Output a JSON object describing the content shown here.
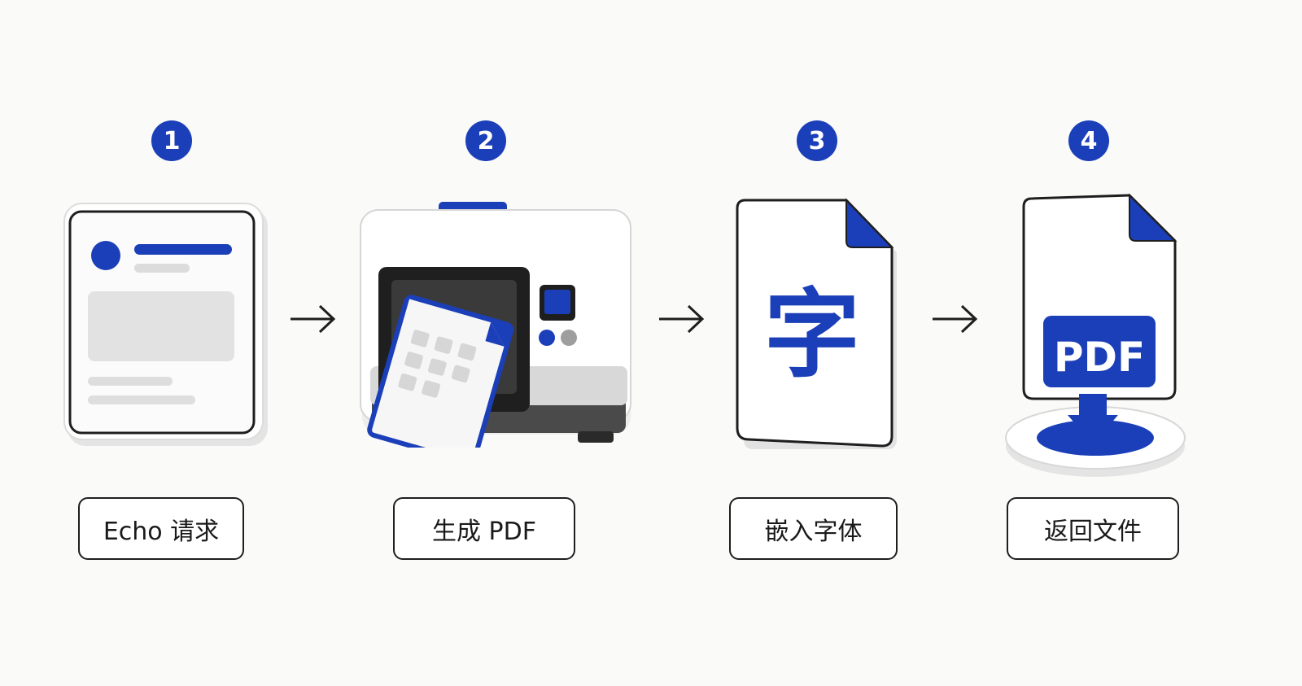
{
  "steps": [
    {
      "number": "1",
      "label": "Echo 请求",
      "icon": "request-card-icon"
    },
    {
      "number": "2",
      "label": "生成 PDF",
      "icon": "printer-icon"
    },
    {
      "number": "3",
      "label": "嵌入字体",
      "icon": "font-file-icon",
      "glyph": "字"
    },
    {
      "number": "4",
      "label": "返回文件",
      "icon": "pdf-download-icon",
      "badge_text": "PDF"
    }
  ],
  "colors": {
    "accent": "#1b3fb8",
    "outline": "#1e1e1e",
    "background": "#fafaf8"
  }
}
